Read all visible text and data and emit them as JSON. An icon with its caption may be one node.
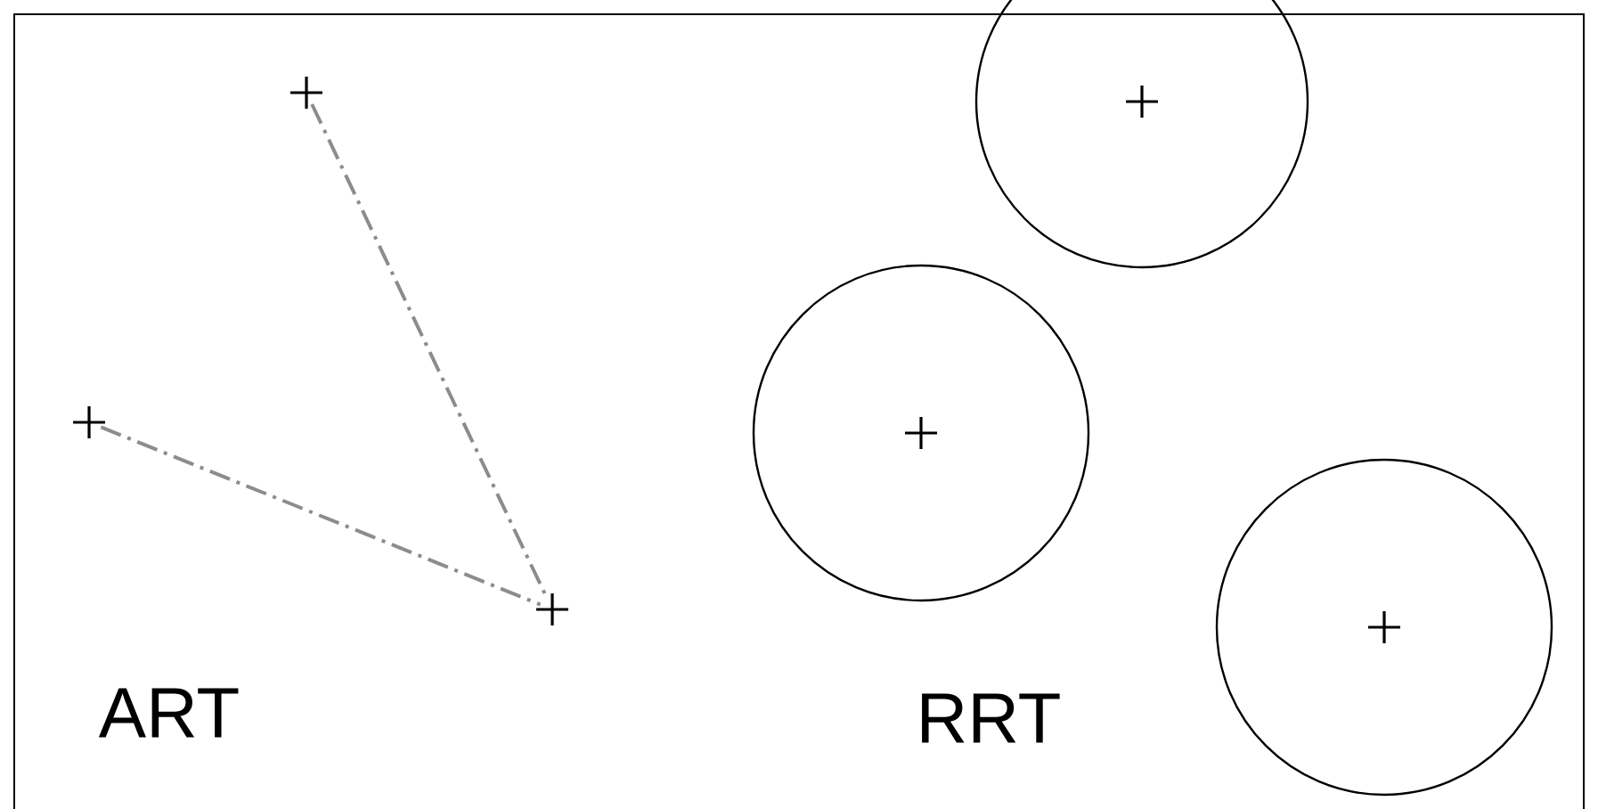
{
  "diagram": {
    "nodes": [
      {
        "text": [],
        "shape": "cross"
      },
      {
        "text": [],
        "shape": "cross"
      },
      {
        "text": [],
        "shape": "cross"
      },
      {
        "text": [],
        "shape": "circle"
      },
      {
        "text": [],
        "shape": "circle"
      },
      {
        "text": [],
        "shape": "circle"
      }
    ],
    "edges": [
      {
        "from": 0,
        "to": 2,
        "arrow": "none",
        "style": "dashed",
        "color": "#8c8c8c"
      },
      {
        "from": 1,
        "to": 2,
        "arrow": "none",
        "style": "dashed",
        "color": "#8c8c8c"
      }
    ],
    "labels": [
      "ART",
      "RRT"
    ]
  }
}
